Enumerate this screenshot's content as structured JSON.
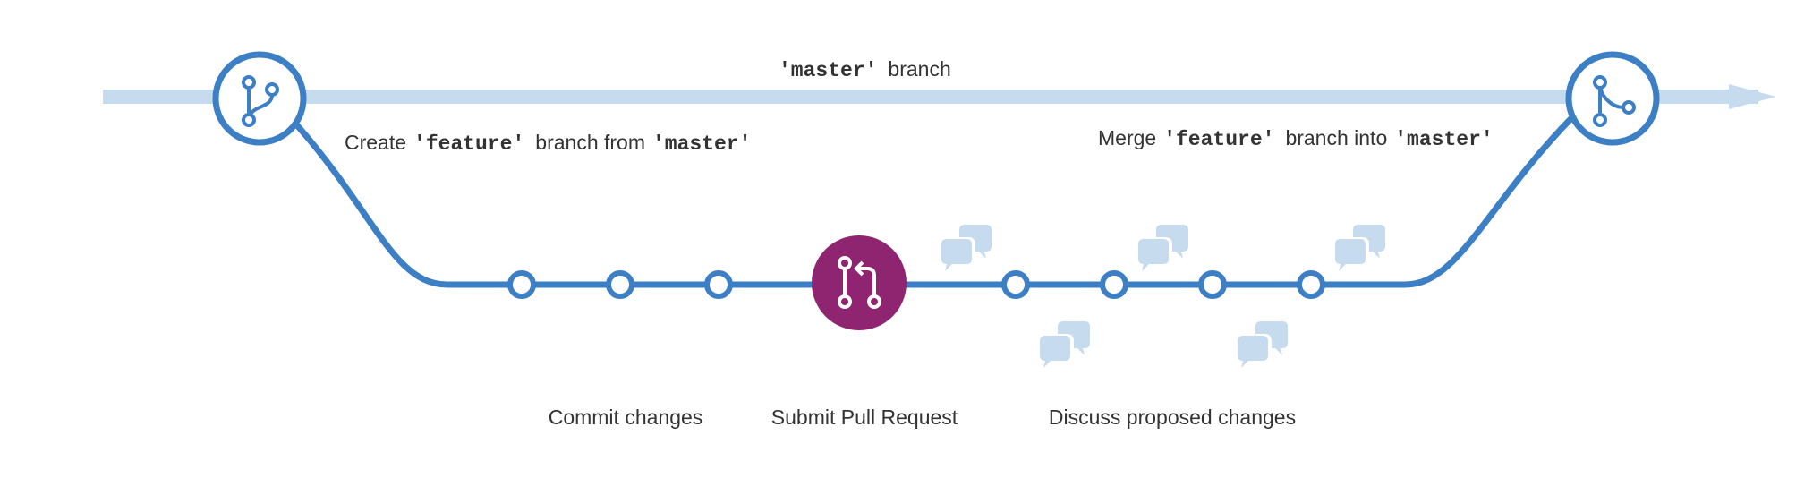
{
  "colors": {
    "master_line": "#c6dbee",
    "feature_line": "#3d7fc5",
    "commit_fill": "#ffffff",
    "pull_request": "#8f2570",
    "comment_bubble": "#c6dbee",
    "text": "#333333"
  },
  "master_label": {
    "code": "'master'",
    "suffix": "branch"
  },
  "create_label": {
    "prefix": "Create",
    "code1": "'feature'",
    "middle": "branch from",
    "code2": "'master'"
  },
  "merge_label": {
    "prefix": "Merge",
    "code1": "'feature'",
    "middle": "branch into",
    "code2": "'master'"
  },
  "bottom_labels": {
    "commit": "Commit changes",
    "pull_request": "Submit Pull Request",
    "discuss": "Discuss proposed changes"
  },
  "icons": {
    "branch": "git-branch-icon",
    "merge": "git-merge-icon",
    "pull_request": "git-pull-request-icon",
    "comment": "comment-discussion-icon"
  }
}
